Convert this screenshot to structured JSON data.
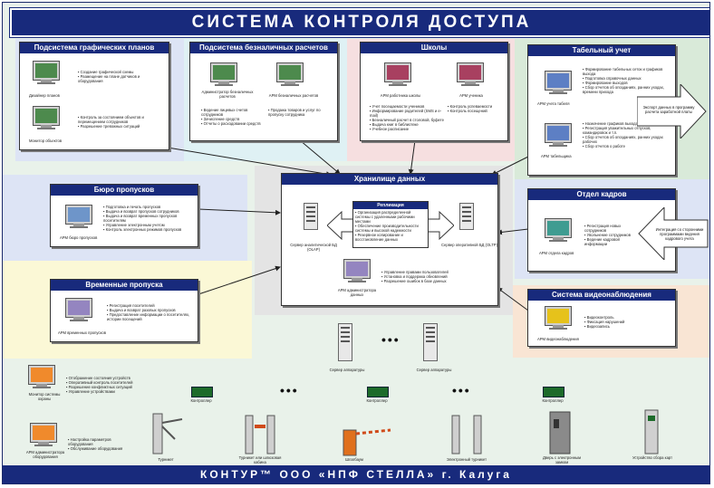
{
  "title": "СИСТЕМА КОНТРОЛЯ ДОСТУПА",
  "footer": "КОНТУР™ ООО «НПФ СТЕЛЛА» г. Калуга",
  "colors": {
    "header": "#182a7c",
    "bg": "#e9f2ea",
    "zone_blue": "#dde4f5",
    "zone_cyan": "#dff1f4",
    "zone_pink": "#f6dfe0",
    "zone_green": "#d9ead9",
    "zone_yellow": "#fbf8d6",
    "zone_peach": "#f9e5d4"
  },
  "plans": {
    "title": "Подсистема графических планов",
    "bullets1": [
      "Создание графической схемы",
      "Размещение на плане датчиков и оборудования"
    ],
    "cap1": "Дизайнер планов",
    "bullets2": [
      "Контроль за состоянием объектов и перемещением сотрудников",
      "Разрешение тревожных ситуаций"
    ],
    "cap2": "Монитор объектов"
  },
  "payments": {
    "title": "Подсистема безналичных расчетов",
    "cap1": "Администратор безналичных расчетов",
    "cap2": "АРМ безналичных расчетов",
    "bullets1": [
      "Ведение лицевых счетов сотрудников",
      "Зачисление средств",
      "Отчеты о расходовании средств"
    ],
    "bullets2": [
      "Продажа товаров и услуг по пропуску сотрудника"
    ]
  },
  "schools": {
    "title": "Школы",
    "cap1": "АРМ работника школы",
    "cap2": "АРМ ученика",
    "bullets1": [
      "Учет посещаемости учеников",
      "Информирование родителей (SMS и e-mail)",
      "Безналичный расчет в столовой, буфете",
      "Выдача книг в библиотеке",
      "Учебное расписание"
    ],
    "bullets2": [
      "Контроль успеваемости",
      "Контроль посещений"
    ]
  },
  "timesheet": {
    "title": "Табельный учет",
    "cap1": "АРМ учета табеля",
    "cap2": "АРМ табельщика",
    "bullets1": [
      "Формирование табельных сеток и графиков выхода",
      "Подготовка справочных данных",
      "Формирование выходов",
      "Сбор отчетов об опозданиях, ранних уходах, времени прихода"
    ],
    "bullets2": [
      "Назначение графиков выхода сотрудникам",
      "Регистрация уважительных отпусков, командировок и т.п.",
      "Сбор отчетов об опозданиях, ранних уходах рабочих",
      "Сбор отчетов о работе"
    ],
    "export": "Экспорт данных в программу расчета заработной платы"
  },
  "bureau": {
    "title": "Бюро пропусков",
    "cap": "АРМ бюро пропусков",
    "bullets": [
      "Подготовка и печать пропусков",
      "Выдача и возврат пропусков сотрудников",
      "Выдача и возврат временных пропусков посетителям",
      "Управление электронным учетом",
      "Контроль электронных режимов пропусков"
    ]
  },
  "temporary": {
    "title": "Временные пропуска",
    "cap": "АРМ временных пропусков",
    "bullets": [
      "Регистрация посетителей",
      "Выдача и возврат разовых пропусков",
      "Предоставление информации о посетителях, истории посещений"
    ]
  },
  "storage": {
    "title": "Хранилище данных",
    "repl_title": "Репликация",
    "repl_bullets": [
      "Организация распределенной системы с удаленными рабочими местами",
      "Обеспечение производительности системы и высокой надежности",
      "Резервное копирование и восстановление данных"
    ],
    "srv_left": "Сервер аналитической БД (OLAP)",
    "srv_right": "Сервер оперативной БД (OLTP)",
    "arm": "АРМ администратора данных",
    "arm_bullets": [
      "Управление правами пользователей",
      "Установка и поддержка обновлений",
      "Разрешение ошибок в базе данных"
    ]
  },
  "hr": {
    "title": "Отдел кадров",
    "cap": "АРМ отдела кадров",
    "bullets": [
      "Регистрация новых сотрудников",
      "Увольнение сотрудников",
      "Ведение кадровой информации"
    ],
    "import": "Интеграция со сторонними программами ведения кадрового учета"
  },
  "video": {
    "title": "Система видеонаблюдения",
    "cap": "АРМ видеонаблюдения",
    "bullets": [
      "Видеоконтроль",
      "Фиксация нарушений",
      "Видеозапись"
    ]
  },
  "bottom": {
    "cap1": "Монитор системы охраны",
    "bullets1": [
      "Отображение состояния устройств",
      "Оперативный контроль посетителей",
      "Разрешение конфликтных ситуаций",
      "Управление устройствами"
    ],
    "cap2": "АРМ администратора оборудования",
    "bullets2": [
      "Настройка параметров оборудования",
      "Обслуживание оборудования"
    ],
    "srv1": "Сервер аппаратуры",
    "srv2": "Сервер аппаратуры",
    "ctrl_label": "Контроллер",
    "dev": [
      "Турникет",
      "Турникет или шлюзовая кабина",
      "Шлагбаум",
      "Электронный турникет",
      "Дверь с электронным замком",
      "Устройство сбора карт"
    ]
  }
}
